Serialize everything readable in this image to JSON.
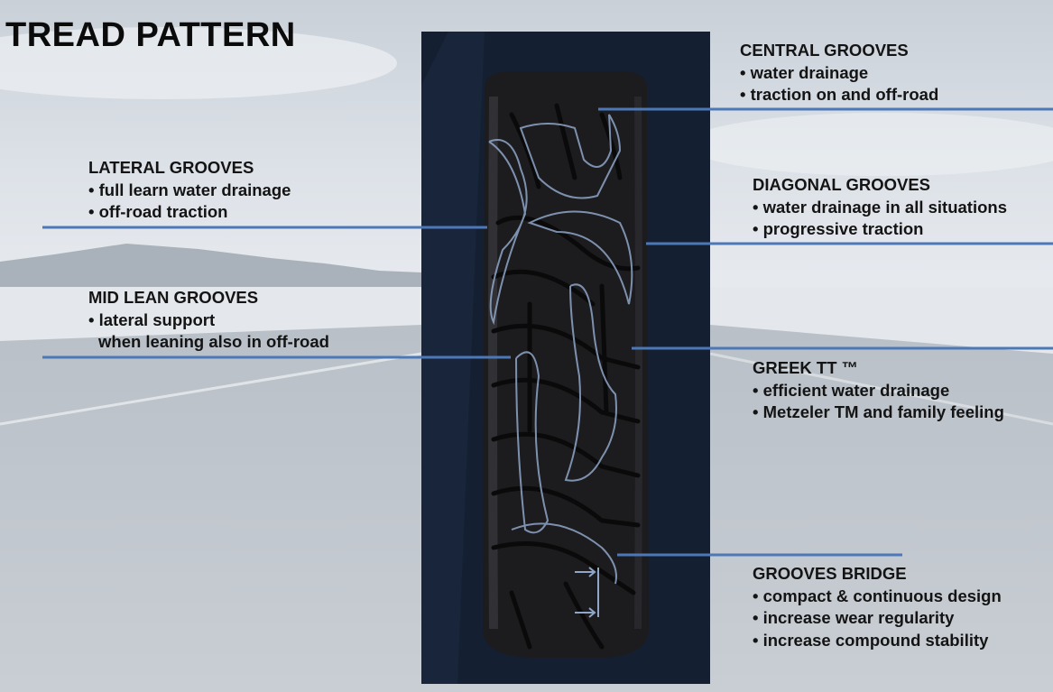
{
  "title": "TREAD PATTERN",
  "colors": {
    "leader_line": "#4d78b8",
    "panel_background": "#142032",
    "tire_body": "#1a1a1c",
    "groove_outline": "#8fa6c8",
    "label_text": "#141414"
  },
  "labels": {
    "central": {
      "heading": "CENTRAL GROOVES",
      "items": [
        "• water drainage",
        "• traction on and off-road"
      ]
    },
    "lateral": {
      "heading": "LATERAL GROOVES",
      "items": [
        "• full learn water drainage",
        "• off-road traction"
      ]
    },
    "diagonal": {
      "heading": "DIAGONAL GROOVES",
      "items": [
        "• water drainage in all situations",
        "• progressive traction"
      ]
    },
    "mid_lean": {
      "heading": "MID LEAN GROOVES",
      "items": [
        "• lateral support",
        "when leaning also in off-road"
      ]
    },
    "greek": {
      "heading": "GREEK TT ™",
      "items": [
        "• efficient water drainage",
        "• Metzeler TM and family feeling"
      ]
    },
    "bridge": {
      "heading": "GROOVES BRIDGE",
      "items": [
        "• compact & continuous design",
        "• increase wear regularity",
        "• increase compound stability"
      ]
    }
  }
}
